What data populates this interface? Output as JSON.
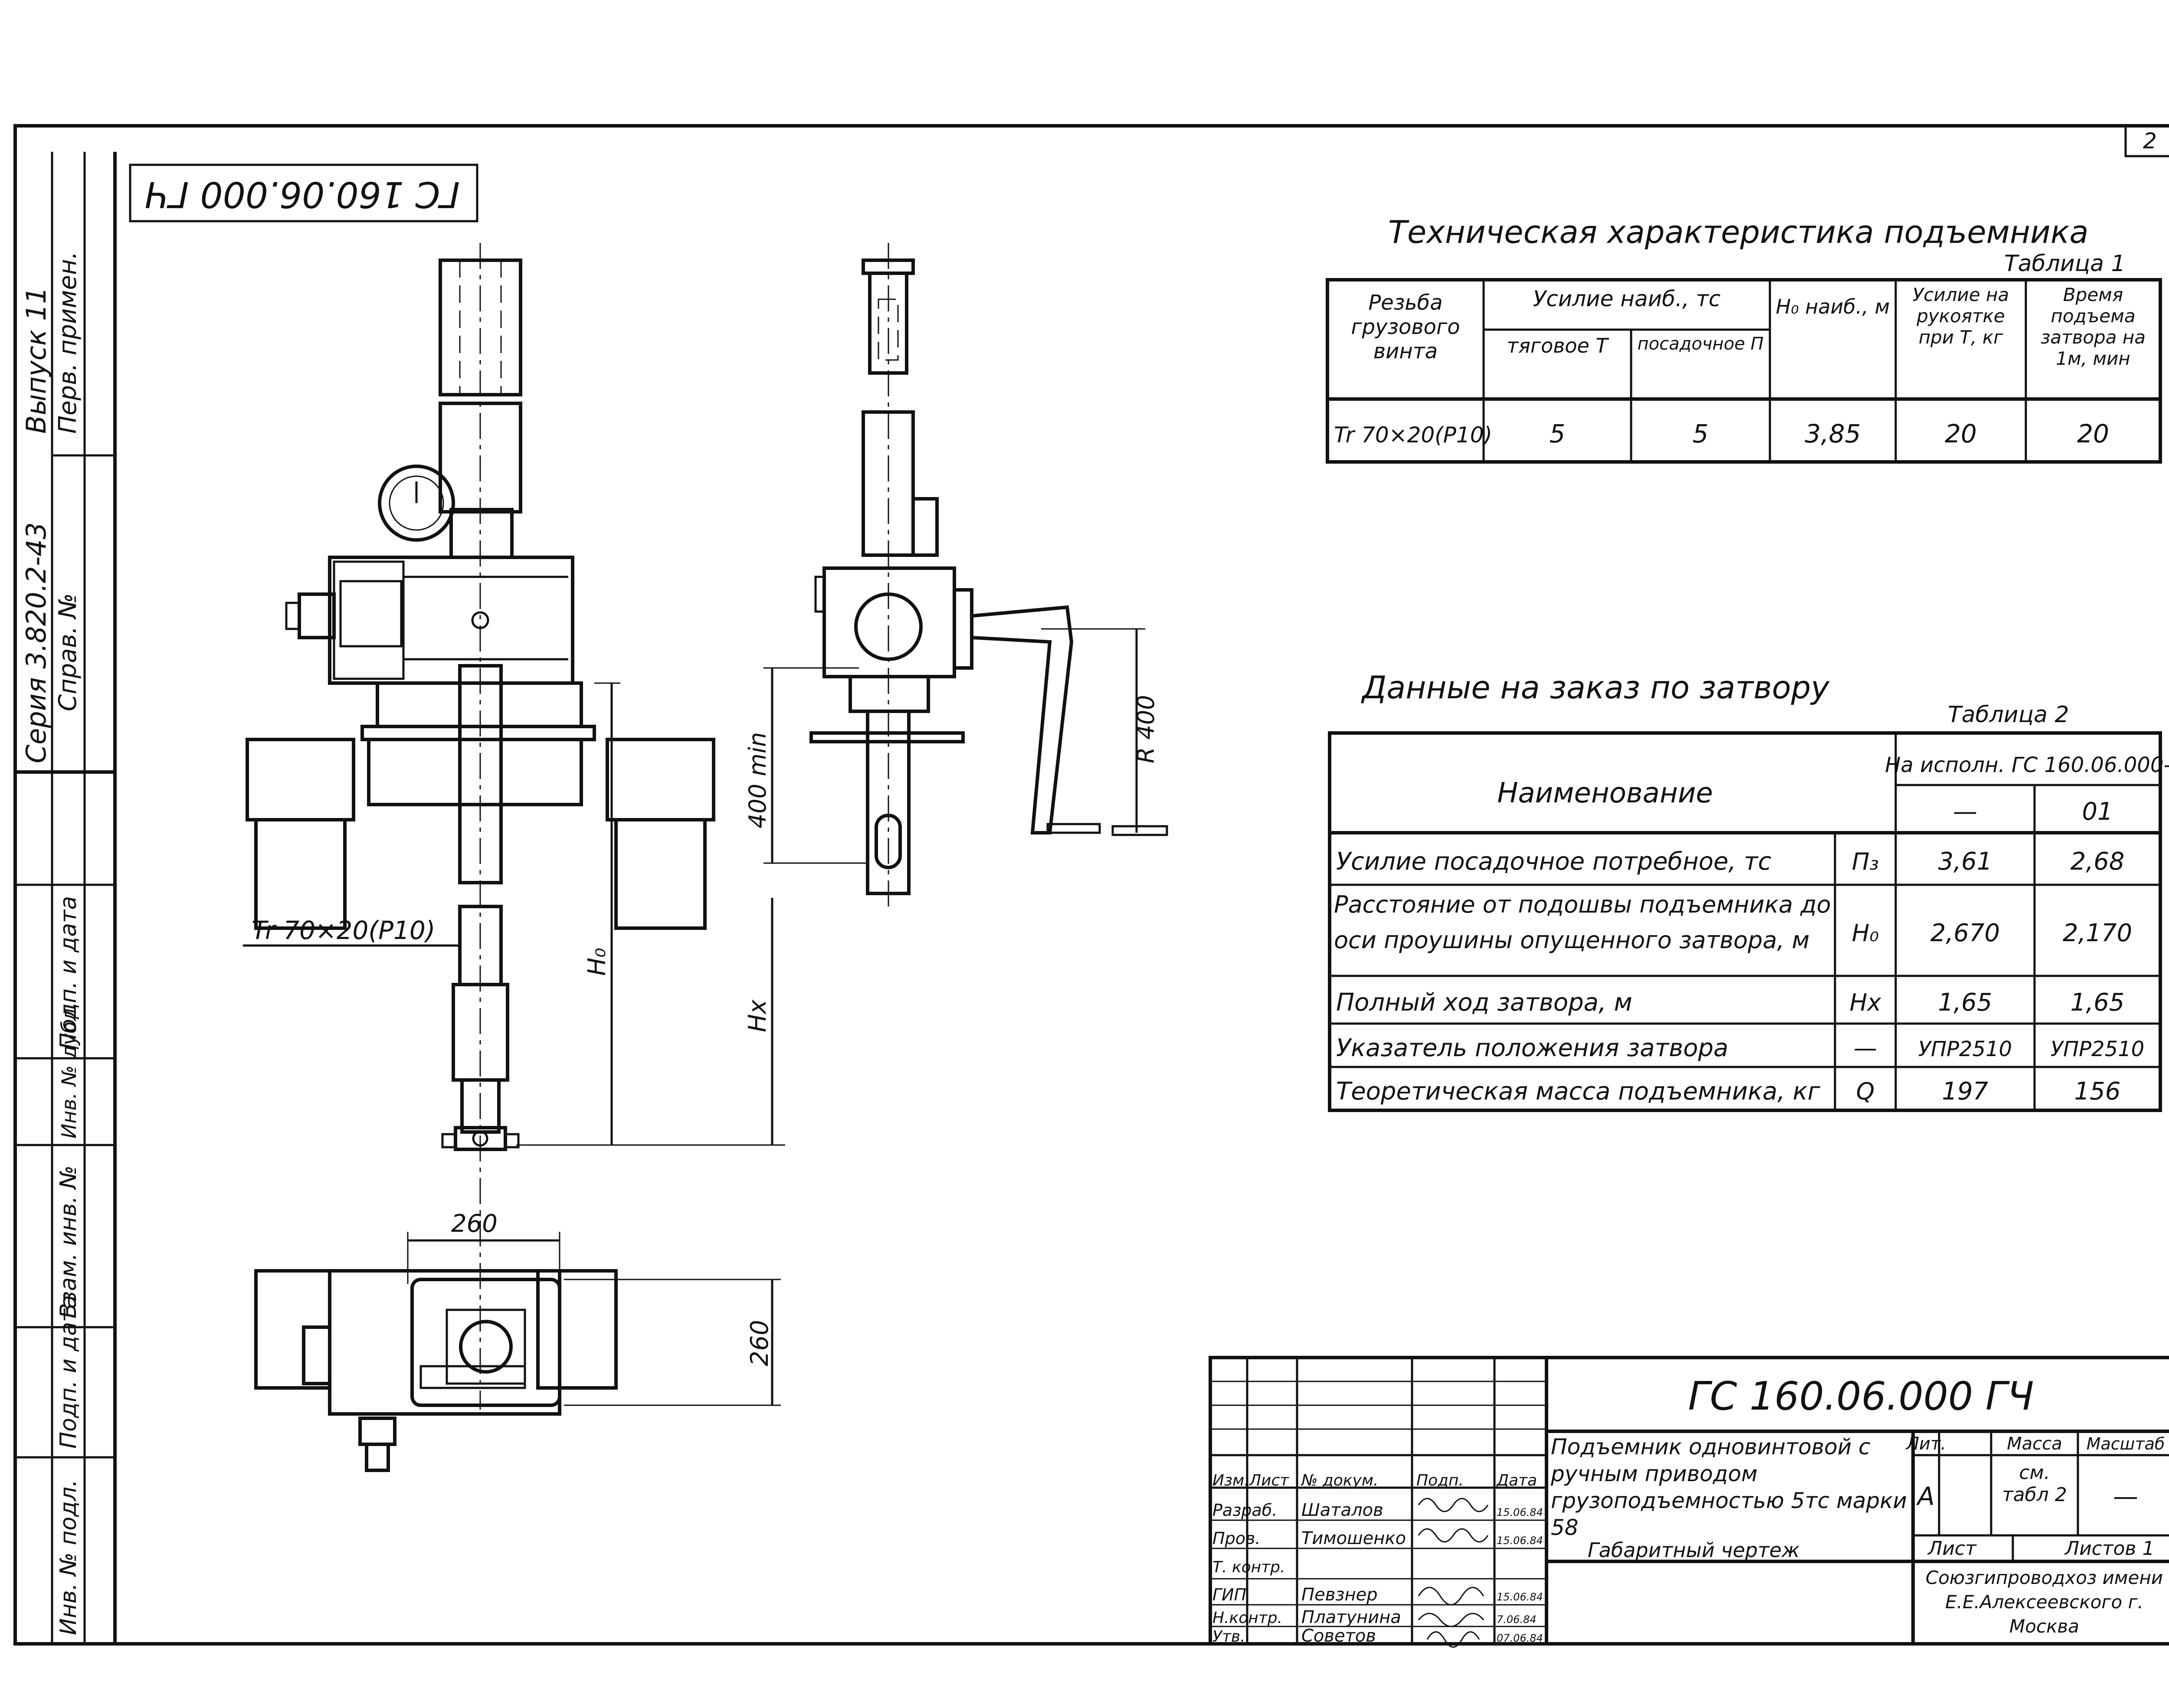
{
  "sheet_number": "2",
  "drawing_code": "ГС 160.06.000 ГЧ",
  "drawing_code_rotated": "ГС 160.06.000 ГЧ",
  "side_strip": {
    "series": "Серия 3.820.2-43",
    "issue": "Выпуск 11",
    "perv_primen": "Перв. примен.",
    "sprav_no": "Справ. №",
    "fields": [
      "Подп. и дата",
      "Инв. № дубл.",
      "Взам. инв. №",
      "Подп. и дата",
      "Инв. № подл."
    ]
  },
  "table1": {
    "title": "Техническая характеристика подъемника",
    "label": "Таблица 1",
    "headers": {
      "thread": "Резьба грузового винта",
      "force": "Усилие наиб., тс",
      "traction": "тяговое Т",
      "landing": "посадочное П",
      "h0": "H₀ наиб., м",
      "handle_force": "Усилие на рукоятке при Т, кг",
      "time": "Время подъема затвора на 1м, мин"
    },
    "row": [
      "Tr 70×20(P10)",
      "5",
      "5",
      "3,85",
      "20",
      "20"
    ]
  },
  "table2": {
    "title": "Данные на заказ по затвору",
    "label": "Таблица 2",
    "header_name": "Наименование",
    "header_exec": "На исполн. ГС 160.06.000-",
    "exec_cols": [
      "—",
      "01"
    ],
    "rows": [
      {
        "name": "Усилие посадочное потребное, тс",
        "sym": "П₃",
        "v1": "3,61",
        "v2": "2,68"
      },
      {
        "name": "Расстояние от подошвы подъемника до оси проушины опущенного затвора, м",
        "sym": "H₀",
        "v1": "2,670",
        "v2": "2,170"
      },
      {
        "name": "Полный ход затвора, м",
        "sym": "Hx",
        "v1": "1,65",
        "v2": "1,65"
      },
      {
        "name": "Указатель положения затвора",
        "sym": "—",
        "v1": "УПР2510",
        "v2": "УПР2510"
      },
      {
        "name": "Теоретическая масса подъемника, кг",
        "sym": "Q",
        "v1": "197",
        "v2": "156"
      }
    ]
  },
  "dims": {
    "thread": "Tr 70×20(P10)",
    "h0": "H₀",
    "hx": "Hx",
    "min400": "400 min",
    "r400": "R 400",
    "w260": "260",
    "h260": "260"
  },
  "title_block": {
    "code": "ГС 160.06.000 ГЧ",
    "name": "Подъемник одновинтовой с ручным приводом грузоподъемностью 5тс марки 58",
    "subtitle": "Габаритный чертеж",
    "lit_label": "Лит.",
    "mass_label": "Масса",
    "scale_label": "Масштаб",
    "lit": "А",
    "mass": "см. табл 2",
    "scale": "—",
    "sheet_label": "Лист",
    "sheets_label": "Листов 1",
    "org": "Союзгипроводхоз имени Е.Е.Алексеевского г. Москва",
    "head": [
      "Изм.",
      "Лист",
      "№ докум.",
      "Подп.",
      "Дата"
    ],
    "people": [
      {
        "role": "Разраб.",
        "name": "Шаталов",
        "date": "15.06.84"
      },
      {
        "role": "Пров.",
        "name": "Тимошенко",
        "date": "15.06.84"
      },
      {
        "role": "Т. контр.",
        "name": "",
        "date": ""
      },
      {
        "role": "ГИП",
        "name": "Певзнер",
        "date": "15.06.84"
      },
      {
        "role": "Н.контр.",
        "name": "Платунина",
        "date": "7.06.84"
      },
      {
        "role": "Утв.",
        "name": "Советов",
        "date": "07.06.84"
      }
    ]
  }
}
